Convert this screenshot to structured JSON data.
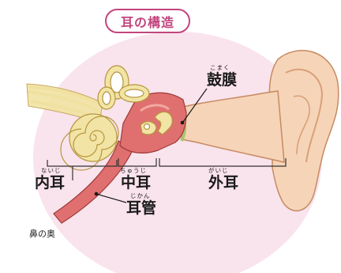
{
  "title": "耳の構造",
  "labels": {
    "eardrum": {
      "text": "鼓膜",
      "reading": "こまく"
    },
    "inner_ear": {
      "text": "内耳",
      "reading": "ないじ"
    },
    "middle_ear": {
      "text": "中耳",
      "reading": "ちゅうじ"
    },
    "outer_ear": {
      "text": "外耳",
      "reading": "がいじ"
    },
    "eustachian_tube": {
      "text": "耳管",
      "reading": "じかん"
    },
    "back_of_nose": {
      "text": "鼻の奥"
    }
  },
  "colors": {
    "title_accent": "#c2457e",
    "background_circle": "#f9e3ec",
    "skin": "#f6d4b8",
    "middle_ear_red": "#e0706f",
    "cochlea_yellow": "#f2e4a4"
  }
}
